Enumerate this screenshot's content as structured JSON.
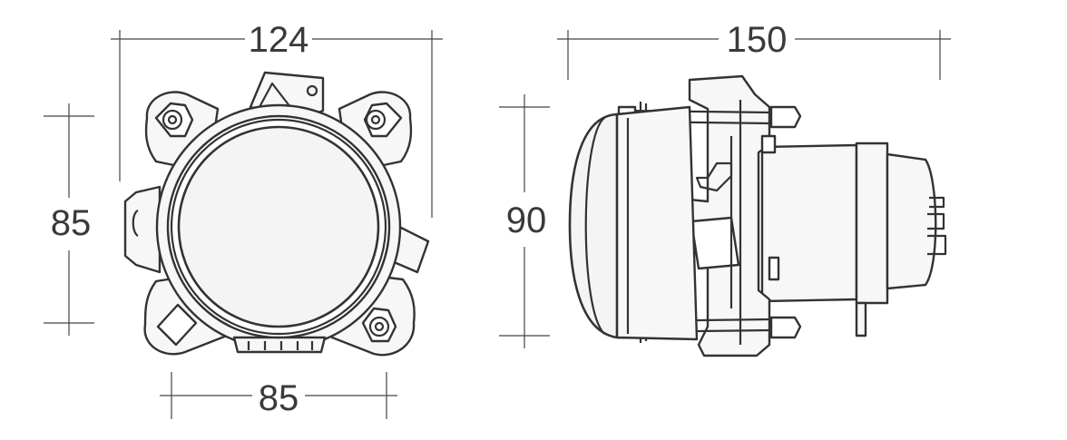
{
  "diagram": {
    "dimensions": {
      "front_width": "124",
      "front_height": "85",
      "front_bottom_width": "85",
      "side_depth": "150",
      "side_height": "90"
    }
  }
}
